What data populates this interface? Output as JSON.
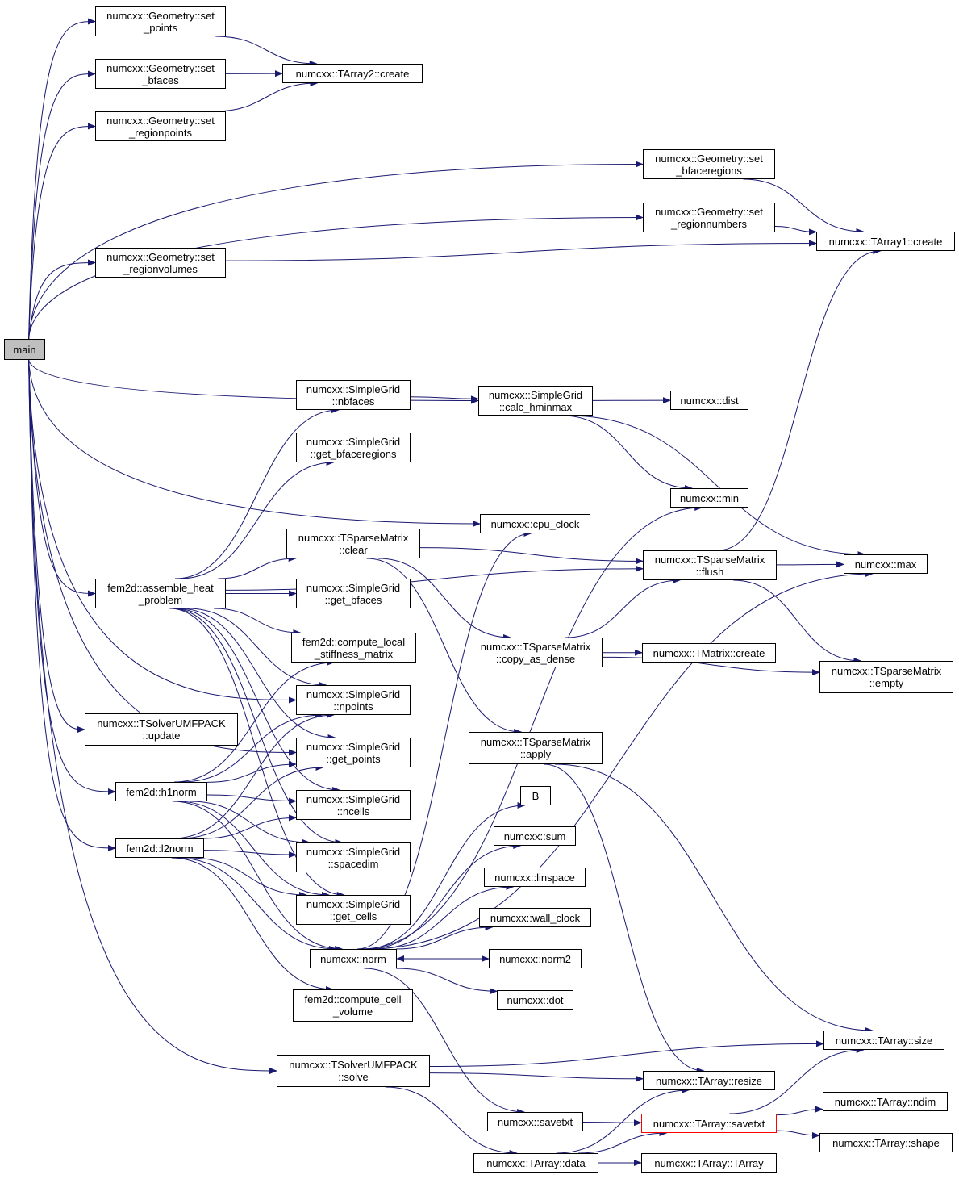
{
  "diagram": {
    "edge_color": "#191970",
    "nodes": [
      {
        "id": "main",
        "lines": [
          "main"
        ],
        "root": true
      },
      {
        "id": "set_points",
        "lines": [
          "numcxx::Geometry::set",
          "_points"
        ]
      },
      {
        "id": "set_bfaces",
        "lines": [
          "numcxx::Geometry::set",
          "_bfaces"
        ]
      },
      {
        "id": "set_regionpoints",
        "lines": [
          "numcxx::Geometry::set",
          "_regionpoints"
        ]
      },
      {
        "id": "tarray2_create",
        "lines": [
          "numcxx::TArray2::create"
        ]
      },
      {
        "id": "set_bfaceregions",
        "lines": [
          "numcxx::Geometry::set",
          "_bfaceregions"
        ]
      },
      {
        "id": "set_regionnumbers",
        "lines": [
          "numcxx::Geometry::set",
          "_regionnumbers"
        ]
      },
      {
        "id": "set_regionvolumes",
        "lines": [
          "numcxx::Geometry::set",
          "_regionvolumes"
        ]
      },
      {
        "id": "tarray1_create",
        "lines": [
          "numcxx::TArray1::create"
        ]
      },
      {
        "id": "sg_nbfaces",
        "lines": [
          "numcxx::SimpleGrid",
          "::nbfaces"
        ]
      },
      {
        "id": "sg_calc_hminmax",
        "lines": [
          "numcxx::SimpleGrid",
          "::calc_hminmax"
        ]
      },
      {
        "id": "dist",
        "lines": [
          "numcxx::dist"
        ]
      },
      {
        "id": "sg_get_bfaceregions",
        "lines": [
          "numcxx::SimpleGrid",
          "::get_bfaceregions"
        ]
      },
      {
        "id": "min",
        "lines": [
          "numcxx::min"
        ]
      },
      {
        "id": "cpu_clock",
        "lines": [
          "numcxx::cpu_clock"
        ]
      },
      {
        "id": "tsm_clear",
        "lines": [
          "numcxx::TSparseMatrix",
          "::clear"
        ]
      },
      {
        "id": "tsm_flush",
        "lines": [
          "numcxx::TSparseMatrix",
          "::flush"
        ]
      },
      {
        "id": "max",
        "lines": [
          "numcxx::max"
        ]
      },
      {
        "id": "assemble_heat",
        "lines": [
          "fem2d::assemble_heat",
          "_problem"
        ]
      },
      {
        "id": "sg_get_bfaces",
        "lines": [
          "numcxx::SimpleGrid",
          "::get_bfaces"
        ]
      },
      {
        "id": "compute_local_stiffness",
        "lines": [
          "fem2d::compute_local",
          "_stiffness_matrix"
        ]
      },
      {
        "id": "tsm_copy_as_dense",
        "lines": [
          "numcxx::TSparseMatrix",
          "::copy_as_dense"
        ]
      },
      {
        "id": "tmatrix_create",
        "lines": [
          "numcxx::TMatrix::create"
        ]
      },
      {
        "id": "tsm_empty",
        "lines": [
          "numcxx::TSparseMatrix",
          "::empty"
        ]
      },
      {
        "id": "sg_npoints",
        "lines": [
          "numcxx::SimpleGrid",
          "::npoints"
        ]
      },
      {
        "id": "umf_update",
        "lines": [
          "numcxx::TSolverUMFPACK",
          "::update"
        ]
      },
      {
        "id": "sg_get_points",
        "lines": [
          "numcxx::SimpleGrid",
          "::get_points"
        ]
      },
      {
        "id": "tsm_apply",
        "lines": [
          "numcxx::TSparseMatrix",
          "::apply"
        ]
      },
      {
        "id": "h1norm",
        "lines": [
          "fem2d::h1norm"
        ]
      },
      {
        "id": "B",
        "lines": [
          "B"
        ]
      },
      {
        "id": "sg_ncells",
        "lines": [
          "numcxx::SimpleGrid",
          "::ncells"
        ]
      },
      {
        "id": "sum",
        "lines": [
          "numcxx::sum"
        ]
      },
      {
        "id": "l2norm",
        "lines": [
          "fem2d::l2norm"
        ]
      },
      {
        "id": "sg_spacedim",
        "lines": [
          "numcxx::SimpleGrid",
          "::spacedim"
        ]
      },
      {
        "id": "linspace",
        "lines": [
          "numcxx::linspace"
        ]
      },
      {
        "id": "sg_get_cells",
        "lines": [
          "numcxx::SimpleGrid",
          "::get_cells"
        ]
      },
      {
        "id": "wall_clock",
        "lines": [
          "numcxx::wall_clock"
        ]
      },
      {
        "id": "norm",
        "lines": [
          "numcxx::norm"
        ]
      },
      {
        "id": "norm2",
        "lines": [
          "numcxx::norm2"
        ]
      },
      {
        "id": "dot",
        "lines": [
          "numcxx::dot"
        ]
      },
      {
        "id": "compute_cell_volume",
        "lines": [
          "fem2d::compute_cell",
          "_volume"
        ]
      },
      {
        "id": "tarray_size",
        "lines": [
          "numcxx::TArray::size"
        ]
      },
      {
        "id": "umf_solve",
        "lines": [
          "numcxx::TSolverUMFPACK",
          "::solve"
        ]
      },
      {
        "id": "tarray_resize",
        "lines": [
          "numcxx::TArray::resize"
        ]
      },
      {
        "id": "tarray_ndim",
        "lines": [
          "numcxx::TArray::ndim"
        ]
      },
      {
        "id": "savetxt",
        "lines": [
          "numcxx::savetxt"
        ]
      },
      {
        "id": "tarray_savetxt",
        "lines": [
          "numcxx::TArray::savetxt"
        ],
        "border": "#ff0000"
      },
      {
        "id": "tarray_shape",
        "lines": [
          "numcxx::TArray::shape"
        ]
      },
      {
        "id": "tarray_data",
        "lines": [
          "numcxx::TArray::data"
        ]
      },
      {
        "id": "tarray_tarray",
        "lines": [
          "numcxx::TArray::TArray"
        ]
      }
    ],
    "edges": [
      [
        "main",
        "set_points"
      ],
      [
        "main",
        "set_bfaces"
      ],
      [
        "main",
        "set_regionpoints"
      ],
      [
        "main",
        "set_bfaceregions"
      ],
      [
        "main",
        "set_regionnumbers"
      ],
      [
        "main",
        "set_regionvolumes"
      ],
      [
        "main",
        "sg_calc_hminmax"
      ],
      [
        "main",
        "cpu_clock"
      ],
      [
        "main",
        "assemble_heat"
      ],
      [
        "main",
        "sg_npoints"
      ],
      [
        "main",
        "sg_get_points"
      ],
      [
        "main",
        "umf_update"
      ],
      [
        "main",
        "h1norm"
      ],
      [
        "main",
        "l2norm"
      ],
      [
        "main",
        "umf_solve"
      ],
      [
        "set_points",
        "tarray2_create"
      ],
      [
        "set_bfaces",
        "tarray2_create"
      ],
      [
        "set_regionpoints",
        "tarray2_create"
      ],
      [
        "set_bfaceregions",
        "tarray1_create"
      ],
      [
        "set_regionnumbers",
        "tarray1_create"
      ],
      [
        "set_regionvolumes",
        "tarray1_create"
      ],
      [
        "assemble_heat",
        "sg_nbfaces"
      ],
      [
        "assemble_heat",
        "sg_get_bfaceregions"
      ],
      [
        "assemble_heat",
        "tsm_clear"
      ],
      [
        "assemble_heat",
        "tsm_flush"
      ],
      [
        "assemble_heat",
        "sg_get_bfaces"
      ],
      [
        "assemble_heat",
        "compute_local_stiffness"
      ],
      [
        "assemble_heat",
        "sg_npoints"
      ],
      [
        "assemble_heat",
        "sg_get_points"
      ],
      [
        "assemble_heat",
        "sg_ncells"
      ],
      [
        "assemble_heat",
        "sg_spacedim"
      ],
      [
        "assemble_heat",
        "sg_get_cells"
      ],
      [
        "sg_nbfaces",
        "sg_calc_hminmax"
      ],
      [
        "sg_calc_hminmax",
        "dist"
      ],
      [
        "sg_calc_hminmax",
        "min"
      ],
      [
        "sg_calc_hminmax",
        "max"
      ],
      [
        "tsm_clear",
        "tsm_flush"
      ],
      [
        "tsm_clear",
        "tsm_copy_as_dense"
      ],
      [
        "tsm_clear",
        "tsm_apply"
      ],
      [
        "tsm_flush",
        "max"
      ],
      [
        "tsm_flush",
        "tarray1_create"
      ],
      [
        "tsm_flush",
        "tsm_empty"
      ],
      [
        "tsm_copy_as_dense",
        "tsm_flush"
      ],
      [
        "tsm_copy_as_dense",
        "tmatrix_create"
      ],
      [
        "tsm_copy_as_dense",
        "tsm_empty"
      ],
      [
        "tsm_apply",
        "tarray_resize"
      ],
      [
        "tsm_apply",
        "tarray_size"
      ],
      [
        "h1norm",
        "compute_local_stiffness"
      ],
      [
        "h1norm",
        "sg_npoints"
      ],
      [
        "h1norm",
        "sg_get_points"
      ],
      [
        "h1norm",
        "sg_ncells"
      ],
      [
        "h1norm",
        "sg_spacedim"
      ],
      [
        "h1norm",
        "sg_get_cells"
      ],
      [
        "h1norm",
        "norm"
      ],
      [
        "l2norm",
        "sg_npoints"
      ],
      [
        "l2norm",
        "sg_get_points"
      ],
      [
        "l2norm",
        "sg_ncells"
      ],
      [
        "l2norm",
        "sg_spacedim"
      ],
      [
        "l2norm",
        "sg_get_cells"
      ],
      [
        "l2norm",
        "norm"
      ],
      [
        "l2norm",
        "compute_cell_volume"
      ],
      [
        "norm",
        "norm2"
      ],
      [
        "norm",
        "B"
      ],
      [
        "norm",
        "sum"
      ],
      [
        "norm",
        "linspace"
      ],
      [
        "norm",
        "wall_clock"
      ],
      [
        "norm",
        "dot"
      ],
      [
        "norm",
        "savetxt"
      ],
      [
        "norm",
        "min"
      ],
      [
        "norm",
        "max"
      ],
      [
        "norm",
        "cpu_clock"
      ],
      [
        "norm2",
        "norm"
      ],
      [
        "umf_solve",
        "tarray_size"
      ],
      [
        "umf_solve",
        "tarray_resize"
      ],
      [
        "umf_solve",
        "tarray_data"
      ],
      [
        "savetxt",
        "tarray_savetxt"
      ],
      [
        "tarray_savetxt",
        "tarray_ndim"
      ],
      [
        "tarray_savetxt",
        "tarray_shape"
      ],
      [
        "tarray_savetxt",
        "tarray_size"
      ],
      [
        "tarray_data",
        "tarray_tarray"
      ],
      [
        "tarray_data",
        "tarray_savetxt"
      ],
      [
        "tarray_data",
        "tarray_resize"
      ]
    ]
  }
}
